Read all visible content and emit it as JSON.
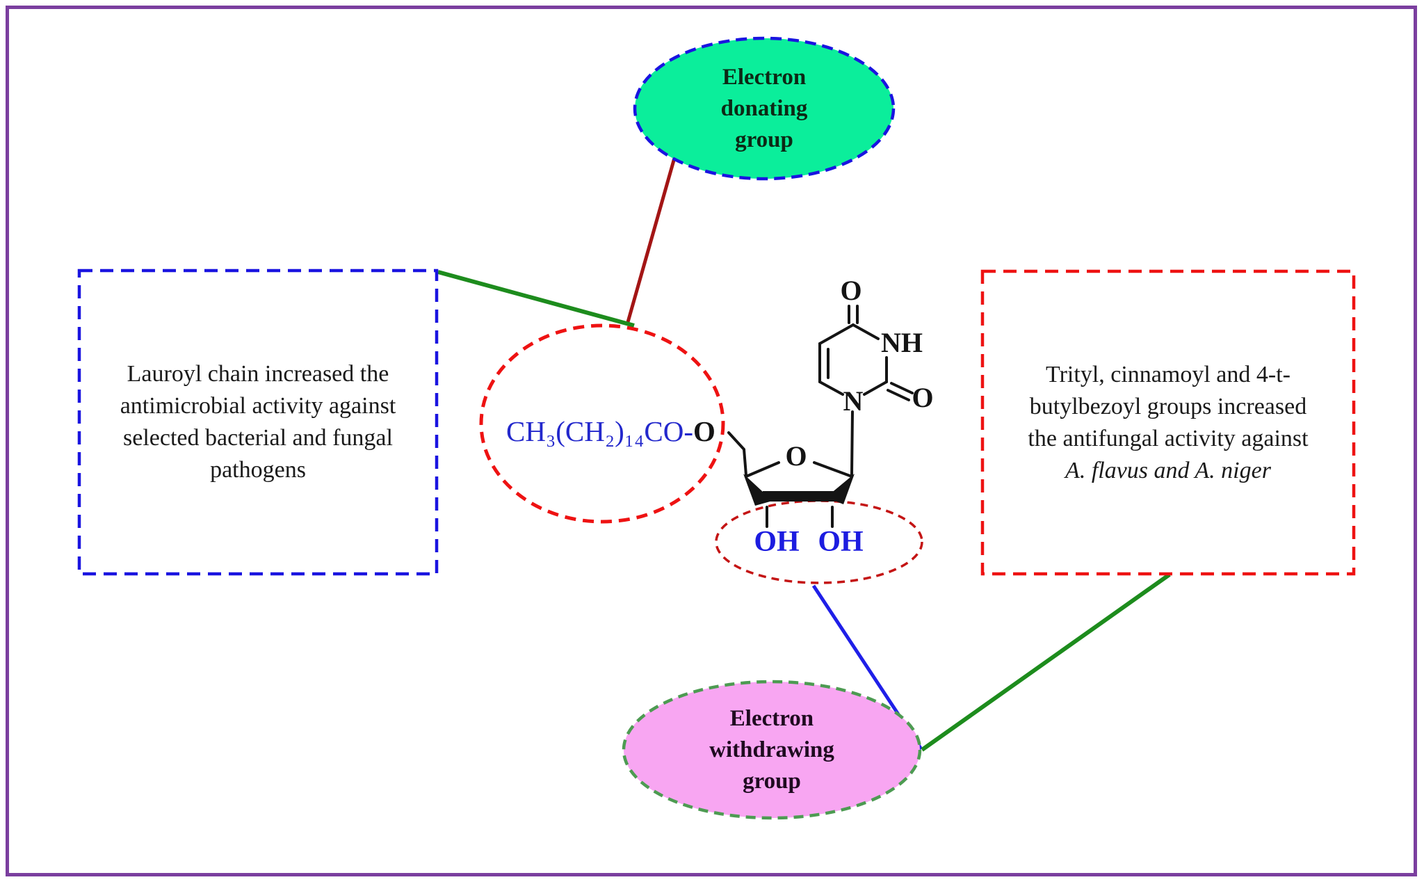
{
  "canvas": {
    "background": "#ffffff",
    "frame_color": "#7b3f9f"
  },
  "top_ellipse": {
    "label": "Electron\ndonating\ngroup",
    "fill": "#0BEE9B",
    "border_color": "#1a14e0",
    "text_color": "#0d2815"
  },
  "bottom_ellipse": {
    "label": "Electron\nwithdrawing\ngroup",
    "fill": "#F8A6F2",
    "border_color": "#4d9b52",
    "text_color": "#1f0b20"
  },
  "left_box": {
    "text": "Lauroyl chain increased the\nantimicrobial activity against\nselected bacterial and fungal\npathogens",
    "border_color": "#1a14e0"
  },
  "right_box": {
    "text": "Trityl, cinnamoyl and 4-t-\nbutylbezoyl groups increased\nthe antifungal activity against",
    "italic_text": "A. flavus and A. niger",
    "border_color": "#ee1212"
  },
  "molecule": {
    "chain_formula": "CH₃(CH₂)₁₄CO-",
    "ester_oxygen": "O",
    "ring_oxygen": "O",
    "hydroxyl_left": "OH",
    "hydroxyl_right": "OH",
    "n1_label": "N",
    "n3_label": "NH",
    "carbonyl_top": "O",
    "carbonyl_right": "O",
    "chain_color": "#2328cc",
    "hydroxyl_color": "#1c1ce0"
  },
  "annotations": {
    "chain_circle_color": "#ee1212",
    "hydroxyl_circle_color": "#c41414",
    "connector_darkred": "#a31515",
    "connector_green": "#1d8c1d",
    "connector_blue": "#1f1fe8"
  }
}
